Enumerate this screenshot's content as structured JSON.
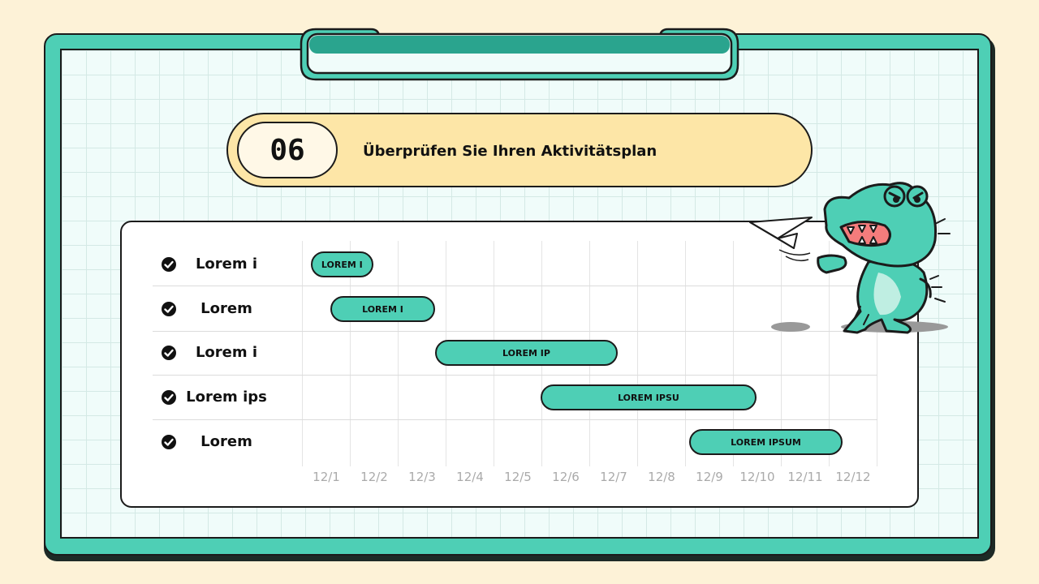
{
  "slide": {
    "number": "06",
    "title": "Überprüfen Sie Ihren Aktivitätsplan"
  },
  "tasks": [
    {
      "label": "Lorem i",
      "bar_label": "LOREM I",
      "start_day": 1,
      "end_day": 2.3
    },
    {
      "label": "Lorem",
      "bar_label": "LOREM I",
      "start_day": 1.4,
      "end_day": 3.6
    },
    {
      "label": "Lorem i",
      "bar_label": "LOREM IP",
      "start_day": 3.6,
      "end_day": 7.4
    },
    {
      "label": "Lorem ips",
      "bar_label": "LOREM IPSU",
      "start_day": 5.8,
      "end_day": 10.3
    },
    {
      "label": "Lorem",
      "bar_label": "LOREM IPSUM",
      "start_day": 8.9,
      "end_day": 12.1
    }
  ],
  "timeline": {
    "dates": [
      "12/1",
      "12/2",
      "12/3",
      "12/4",
      "12/5",
      "12/6",
      "12/7",
      "12/8",
      "12/9",
      "12/10",
      "12/11",
      "12/12"
    ]
  },
  "icons": {
    "task_status": "check-circle-icon",
    "decoration": "crocodile-mascot-with-paper-plane"
  },
  "colors": {
    "accent": "#4ecfb5",
    "title_fill": "#fde6a7",
    "background": "#fdf2d7"
  }
}
